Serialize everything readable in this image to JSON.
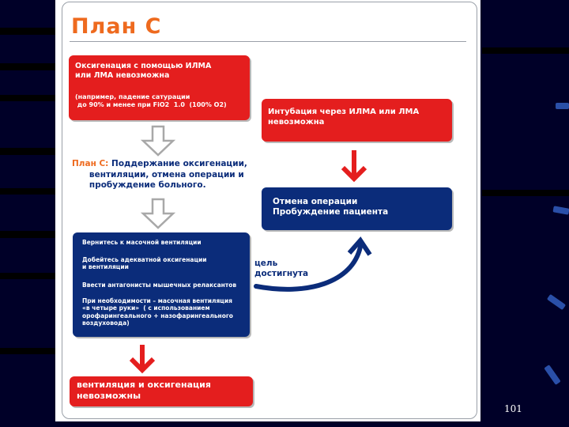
{
  "title": "План С",
  "box_top_left": {
    "heading": "Оксигенация с помощью ИЛМА\nили ЛМА невозможна",
    "note": "(например, падение сатурации\n до 90% и менее при FiO2  1.0  (100% O2)"
  },
  "box_top_right": "Интубация через ИЛМА или ЛМА\nневозможна",
  "plan_c": {
    "label": "План С:",
    "text": " Поддержание оксигенации,\n      вентиляции, отмена операции и\n      пробуждение больного."
  },
  "box_cancel": "Отмена операции\nПробуждение пациента",
  "box_steps": [
    "Вернитесь к масочной вентиляции",
    "Добейтесь адекватной оксигенации\nи вентиляции",
    "Ввести антагонисты мышечных релаксантов",
    "При необходимости – масочная вентиляция\n«в четыре руки»  ( с использованием\nорофарингеального + назофарингеального\nвоздуховода)"
  ],
  "goal_label": "цель\nдостигнута",
  "box_bottom": "вентиляция и оксигенация\nневозможны",
  "page_number": "101",
  "colors": {
    "red": "#e41e1e",
    "navy": "#0b2c7a",
    "orange_title": "#ee6a1e",
    "background": "#000028"
  }
}
